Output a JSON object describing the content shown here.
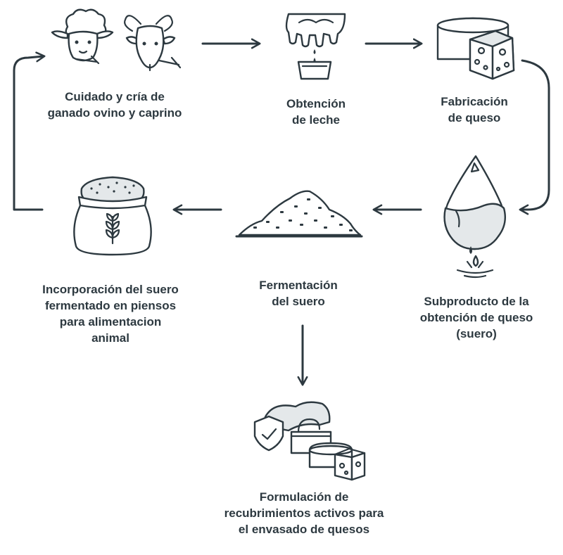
{
  "steps": {
    "livestock": {
      "lines": [
        "Cuidado y cría de",
        "ganado ovino y caprino"
      ],
      "icon": "sheep-goat-icon"
    },
    "milk": {
      "lines": [
        "Obtención",
        "de leche"
      ],
      "icon": "milking-icon"
    },
    "cheese": {
      "lines": [
        "Fabricación",
        "de queso"
      ],
      "icon": "cheese-icon"
    },
    "whey": {
      "lines": [
        "Subproducto de  la",
        "obtención de queso",
        "(suero)"
      ],
      "icon": "whey-drop-icon"
    },
    "fermentation": {
      "lines": [
        "Fermentación",
        "del suero"
      ],
      "icon": "fermented-pile-icon"
    },
    "feed": {
      "lines": [
        "Incorporación del suero",
        "fermentado en piensos",
        "para alimentacion",
        "animal"
      ],
      "icon": "feed-sack-icon"
    },
    "coating": {
      "lines": [
        "Formulación de",
        "recubrimientos activos para",
        "el envasado de quesos"
      ],
      "icon": "coated-cheese-icon"
    }
  },
  "colors": {
    "ink": "#2d3940",
    "fill": "#e4e8ea",
    "background": "#ffffff"
  }
}
